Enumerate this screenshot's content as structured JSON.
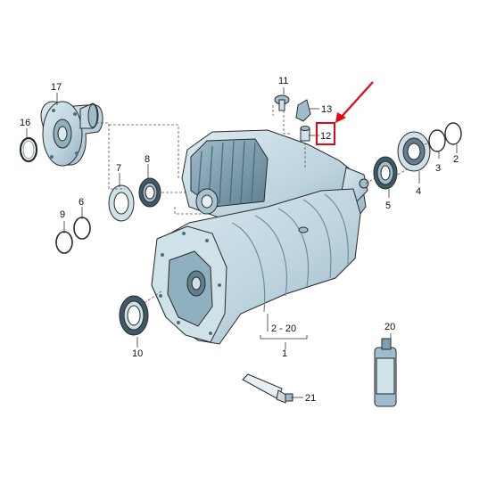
{
  "diagram": {
    "labels": {
      "p1": "1",
      "p2": "2",
      "p3": "3",
      "p4": "4",
      "p5": "5",
      "p6": "6",
      "p7": "7",
      "p8": "8",
      "p9": "9",
      "p10": "10",
      "p11": "11",
      "p12": "12",
      "p13": "13",
      "p16": "16",
      "p17": "17",
      "p20": "20",
      "p21": "21",
      "range": "2 - 20"
    },
    "highlight": {
      "part": "12",
      "color": "#e30613"
    },
    "colors": {
      "part_fill": "#c9dde6",
      "part_shade": "#9fbccb",
      "part_dark": "#6f8f9f",
      "line": "#333333"
    }
  }
}
